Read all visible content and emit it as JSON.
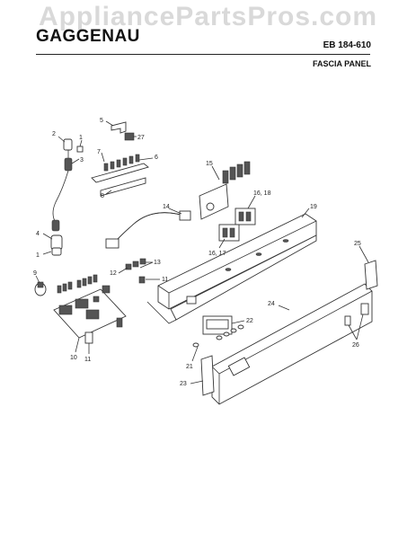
{
  "watermark": "AppliancePartsPros.com",
  "header": {
    "brand": "GAGGENAU",
    "model": "EB 184-610",
    "section": "FASCIA PANEL"
  },
  "callouts": [
    {
      "id": "c1",
      "text": "1"
    },
    {
      "id": "c2",
      "text": "2"
    },
    {
      "id": "c1b",
      "text": "1"
    },
    {
      "id": "c3",
      "text": "3"
    },
    {
      "id": "c4",
      "text": "4"
    },
    {
      "id": "c1c",
      "text": "1"
    },
    {
      "id": "c5",
      "text": "5"
    },
    {
      "id": "c27",
      "text": "27"
    },
    {
      "id": "c7",
      "text": "7"
    },
    {
      "id": "c6",
      "text": "6"
    },
    {
      "id": "c8",
      "text": "8"
    },
    {
      "id": "c15",
      "text": "15"
    },
    {
      "id": "c14",
      "text": "14"
    },
    {
      "id": "c1618",
      "text": "16, 18"
    },
    {
      "id": "c1617",
      "text": "16, 17"
    },
    {
      "id": "c19",
      "text": "19"
    },
    {
      "id": "c12",
      "text": "12"
    },
    {
      "id": "c13",
      "text": "13"
    },
    {
      "id": "c11a",
      "text": "11"
    },
    {
      "id": "c9",
      "text": "9"
    },
    {
      "id": "c25",
      "text": "25"
    },
    {
      "id": "c24",
      "text": "24"
    },
    {
      "id": "c22",
      "text": "22"
    },
    {
      "id": "c10",
      "text": "10"
    },
    {
      "id": "c11b",
      "text": "11"
    },
    {
      "id": "c21",
      "text": "21"
    },
    {
      "id": "c26",
      "text": "26"
    },
    {
      "id": "c23",
      "text": "23"
    }
  ]
}
